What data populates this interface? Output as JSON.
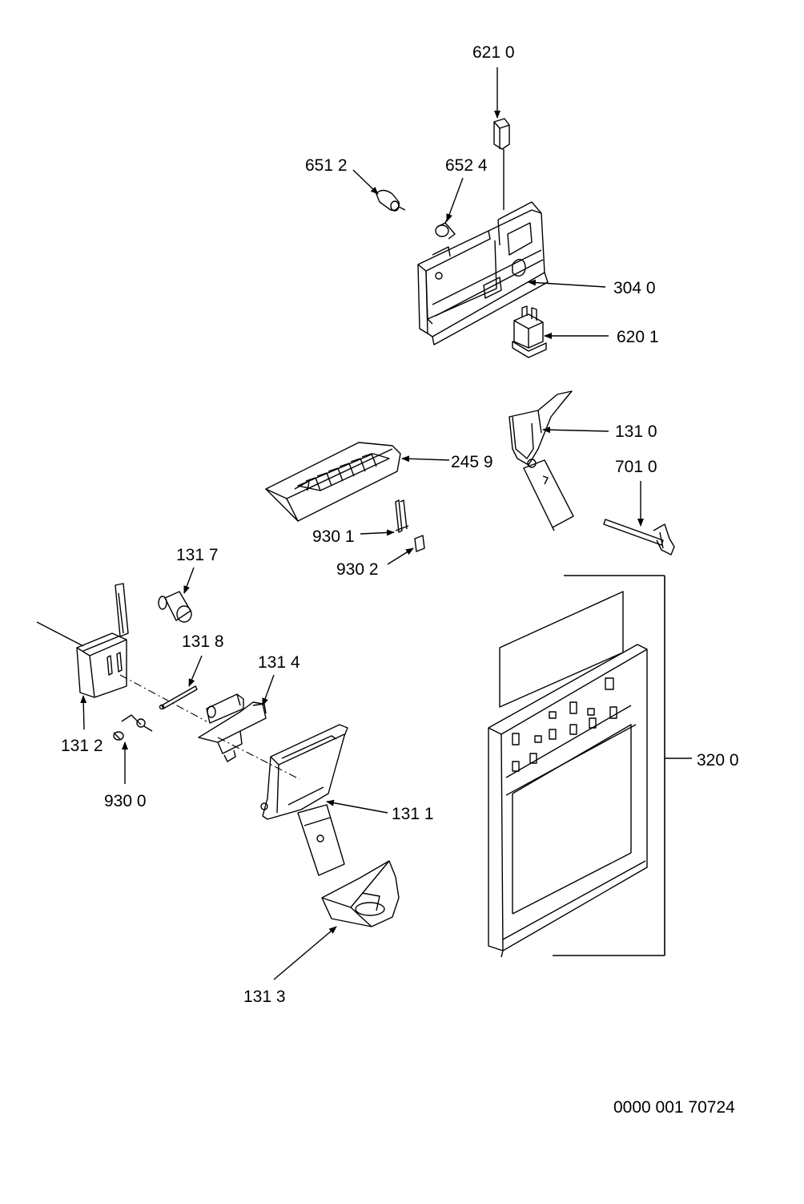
{
  "callouts": {
    "c6210": "621 0",
    "c6512": "651 2",
    "c6524": "652 4",
    "c3040": "304 0",
    "c6201": "620 1",
    "c1310": "131 0",
    "c2459": "245 9",
    "c7010": "701 0",
    "c9301": "930 1",
    "c9302": "930 2",
    "c1317": "131 7",
    "c1318": "131 8",
    "c1314": "131 4",
    "c1312": "131 2",
    "c9300": "930 0",
    "c1311": "131 1",
    "c1313": "131 3",
    "c3200": "320 0"
  },
  "document_number": "0000 001 70724"
}
